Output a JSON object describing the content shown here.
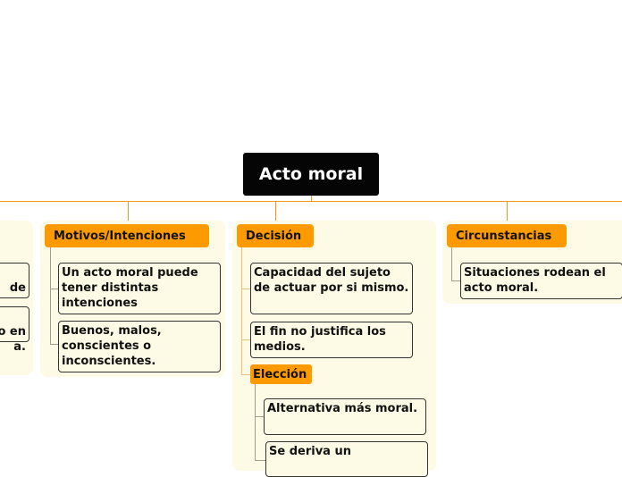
{
  "map": {
    "root": "Acto moral",
    "branches": [
      {
        "label": "",
        "leaves": [
          "de",
          "o en\na."
        ]
      },
      {
        "label": "Motivos/Intenciones",
        "leaves": [
          "Un acto moral puede tener distintas intenciones",
          "Buenos, malos, conscientes o inconscientes."
        ]
      },
      {
        "label": "Decisión",
        "leaves": [
          "Capacidad del sujeto de actuar por si mismo.",
          "El fin no justifica los medios."
        ],
        "sub": {
          "label": "Elección",
          "leaves": [
            "Alternativa más moral.",
            "Se deriva un"
          ]
        }
      },
      {
        "label": "Circunstancias",
        "leaves": [
          "Situaciones rodean el acto moral."
        ]
      }
    ]
  },
  "colors": {
    "root_bg": "#050505",
    "branch_bg": "#fd9a00",
    "panel_bg": "#fdfbe6",
    "connector": "#f29a0e"
  }
}
